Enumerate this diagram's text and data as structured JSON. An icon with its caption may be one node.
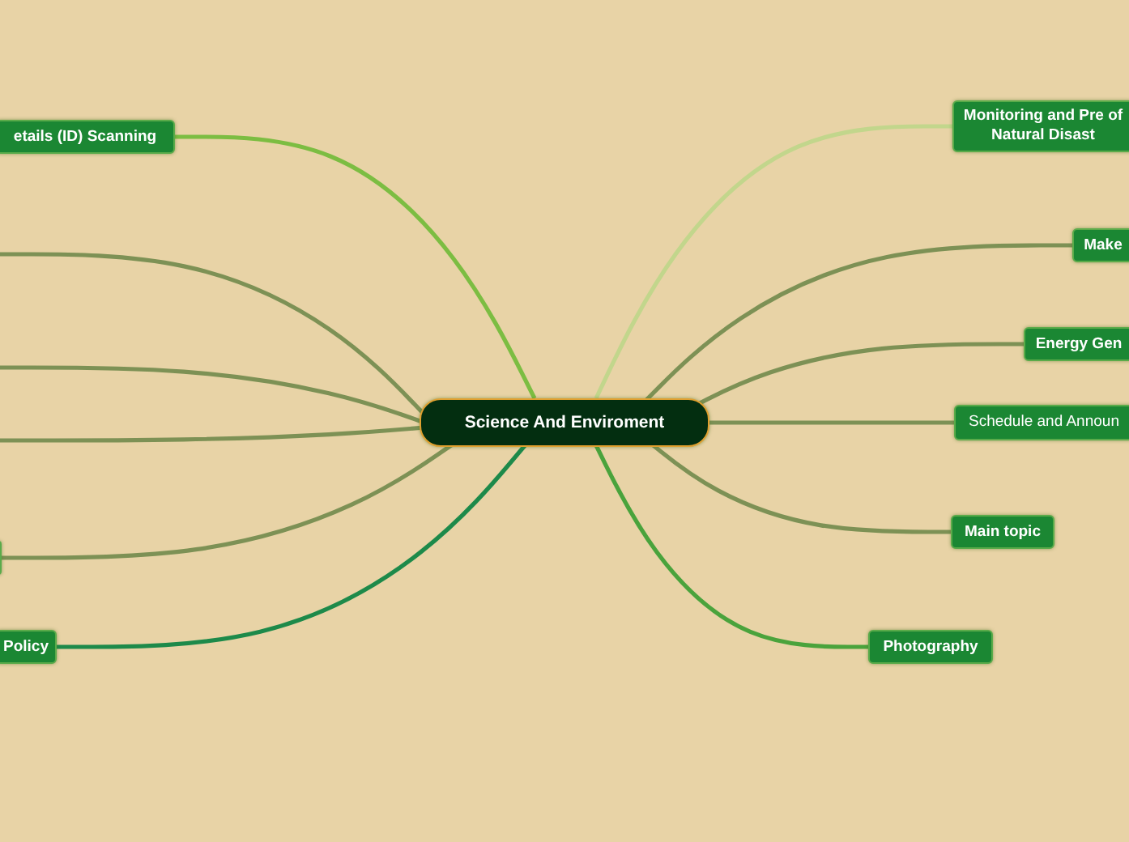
{
  "diagram": {
    "nodes": [
      {
        "text": [
          "Science And Enviroment"
        ]
      },
      {
        "text": [
          "etails (ID) Scanning"
        ]
      },
      {
        "text": [
          "Monitoring and Pre of Natural Disast"
        ]
      },
      {
        "text": [
          "Make"
        ]
      },
      {
        "text": [
          "Energy Gen"
        ]
      },
      {
        "text": [
          "Schedule and Announ"
        ]
      },
      {
        "text": [
          "Main topic"
        ]
      },
      {
        "text": [
          "Photography"
        ]
      },
      {
        "text": [
          "Policy"
        ]
      },
      {
        "text": [],
        "shape": "box"
      }
    ],
    "edges": [
      {
        "from": 0,
        "to": 1,
        "arrow": "none",
        "color": "#7cbd42"
      },
      {
        "from": 0,
        "to": null,
        "arrow": "none"
      },
      {
        "from": 0,
        "to": null,
        "arrow": "none"
      },
      {
        "from": 0,
        "to": null,
        "arrow": "none"
      },
      {
        "from": 0,
        "to": 9,
        "arrow": "none"
      },
      {
        "from": 0,
        "to": 8,
        "arrow": "none",
        "color": "#1d8a4a"
      },
      {
        "from": 0,
        "to": 2,
        "arrow": "none",
        "color": "#c2d68c"
      },
      {
        "from": 0,
        "to": 3,
        "arrow": "none"
      },
      {
        "from": 0,
        "to": 4,
        "arrow": "none"
      },
      {
        "from": 0,
        "to": 5,
        "arrow": "none"
      },
      {
        "from": 0,
        "to": 6,
        "arrow": "none"
      },
      {
        "from": 0,
        "to": 7,
        "arrow": "none",
        "color": "#4aa33c"
      }
    ]
  }
}
